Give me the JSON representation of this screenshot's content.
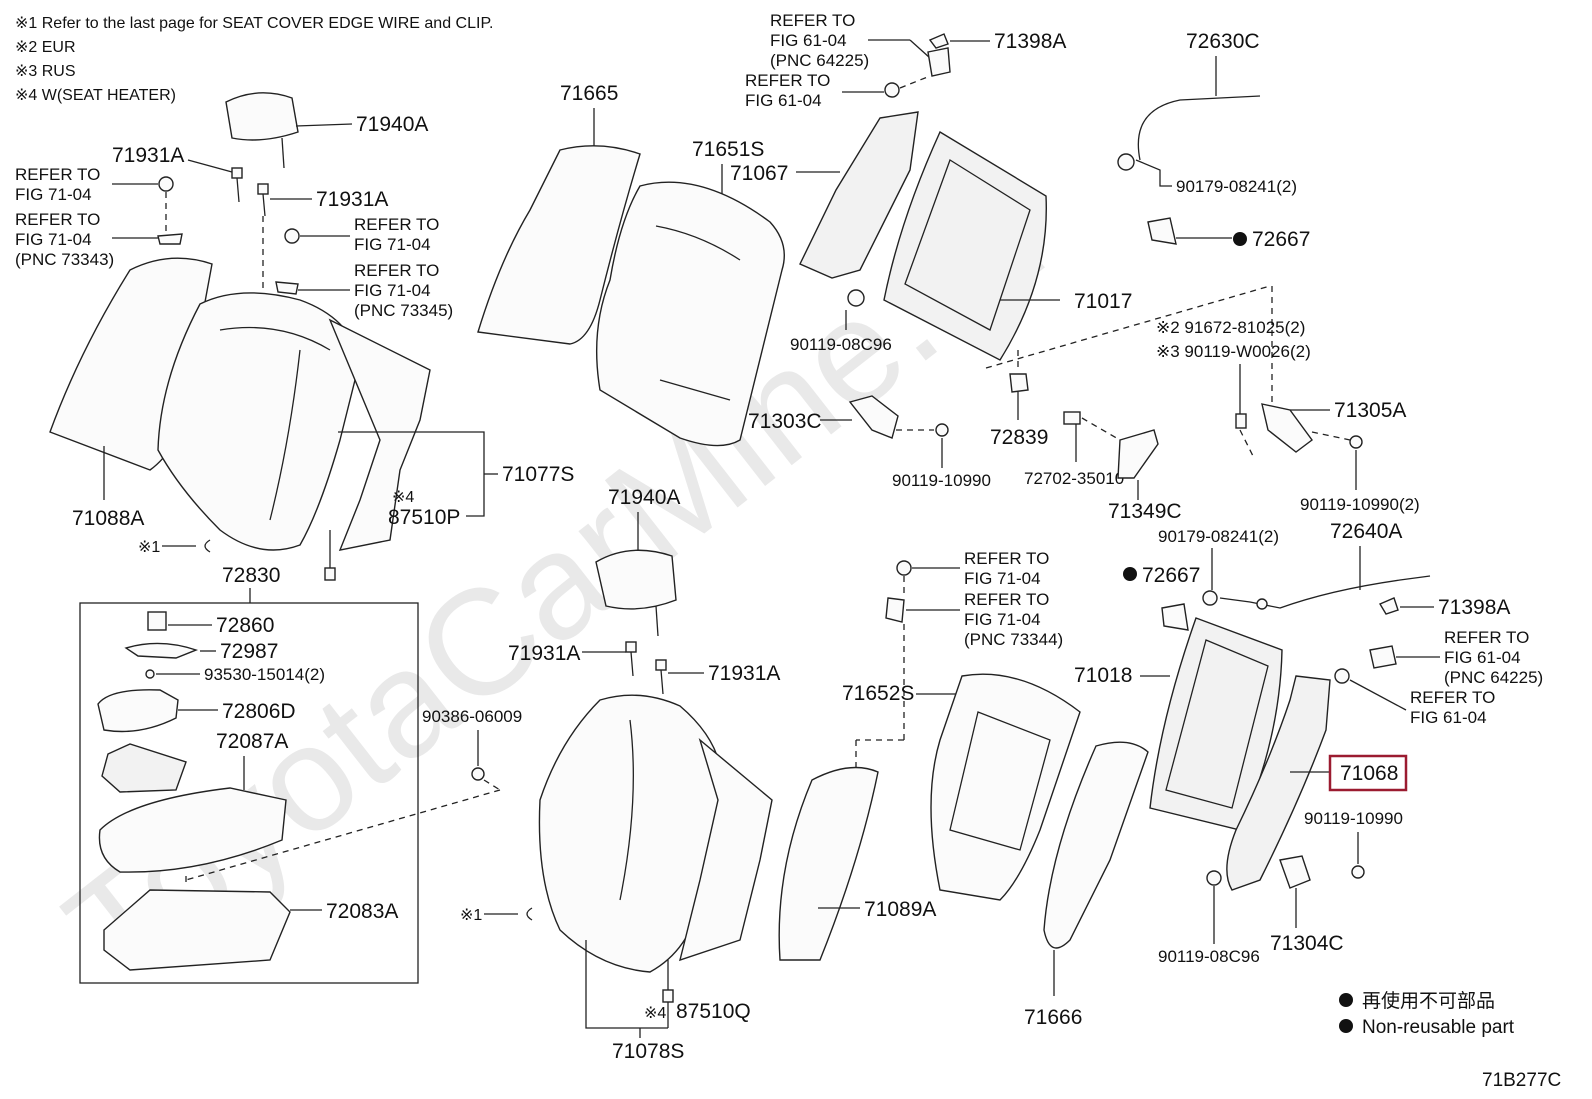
{
  "notes": [
    "※1 Refer to the last page for SEAT COVER EDGE WIRE and CLIP.",
    "※2 EUR",
    "※3 RUS",
    "※4 W(SEAT HEATER)"
  ],
  "watermark": "ToyotaCarMine.ru",
  "highlight_color": "#9b1b30",
  "labels": {
    "p71940A_a": "71940A",
    "p71931A_a": "71931A",
    "p71931A_b": "71931A",
    "ref_71_04_a": "REFER TO\nFIG 71-04",
    "ref_71_04_b": "REFER TO\nFIG 71-04\n(PNC 73343)",
    "ref_71_04_c": "REFER TO\nFIG 71-04",
    "ref_71_04_d": "REFER TO\nFIG 71-04\n(PNC 73345)",
    "p71088A": "71088A",
    "p71077S": "71077S",
    "p87510P": "87510P",
    "p87510P_note": "※4",
    "clip1_note": "※1",
    "p72830": "72830",
    "p72860": "72860",
    "p72987": "72987",
    "p93530": "93530-15014(2)",
    "p72806D": "72806D",
    "p72087A": "72087A",
    "p72083A": "72083A",
    "p71665": "71665",
    "p71651S": "71651S",
    "p71067": "71067",
    "ref_61_04_a": "REFER TO\nFIG 61-04\n(PNC 64225)",
    "ref_61_04_b": "REFER TO\nFIG 61-04",
    "p71398A_a": "71398A",
    "p72630C": "72630C",
    "p90179_a": "90179-08241(2)",
    "p72667_a": "72667",
    "p71017": "71017",
    "p90119_08C96_a": "90119-08C96",
    "p91672": "※2 91672-81025(2)",
    "p90119_W0026": "※3 90119-W0026(2)",
    "p71303C": "71303C",
    "p72839": "72839",
    "p90119_10990_a": "90119-10990",
    "p72702": "72702-35010",
    "p71349C": "71349C",
    "p71305A": "71305A",
    "p90119_10990_b": "90119-10990(2)",
    "p71940A_b": "71940A",
    "p90386": "90386-06009",
    "p71931A_c": "71931A",
    "p71931A_d": "71931A",
    "clip2_note": "※1",
    "p87510Q": "87510Q",
    "p87510Q_note": "※4",
    "p71078S": "71078S",
    "ref_71_04_e": "REFER TO\nFIG 71-04",
    "ref_71_04_f": "REFER TO\nFIG 71-04\n(PNC 73344)",
    "p71652S": "71652S",
    "p71089A": "71089A",
    "p71666": "71666",
    "p90179_b": "90179-08241(2)",
    "p72640A": "72640A",
    "p72667_b": "72667",
    "p71398A_b": "71398A",
    "p71018": "71018",
    "ref_61_04_c": "REFER TO\nFIG 61-04\n(PNC 64225)",
    "ref_61_04_d": "REFER TO\nFIG 61-04",
    "p71068": "71068",
    "p90119_10990_c": "90119-10990",
    "p90119_08C96_b": "90119-08C96",
    "p71304C": "71304C"
  },
  "legend": {
    "line1": "再使用不可部品",
    "line2": "Non-reusable part"
  },
  "figure_code": "71B277C"
}
